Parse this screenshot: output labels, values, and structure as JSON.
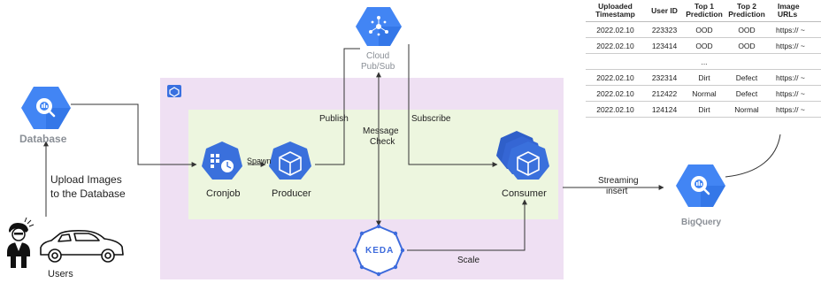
{
  "nodes": {
    "database": "Database",
    "cronjob": "Cronjob",
    "producer": "Producer",
    "pubsub_line1": "Cloud",
    "pubsub_line2": "Pub/Sub",
    "consumer": "Consumer",
    "bigquery": "BigQuery",
    "users": "Users",
    "keda": "KEDA"
  },
  "edges": {
    "upload_line1": "Upload Images",
    "upload_line2": "to the Database",
    "spawn": "Spawn",
    "publish": "Publish",
    "subscribe": "Subscribe",
    "message_line1": "Message",
    "message_line2": "Check",
    "streaming_line1": "Streaming",
    "streaming_line2": "insert",
    "scale": "Scale"
  },
  "table": {
    "headers": [
      [
        "Uploaded",
        "Timestamp"
      ],
      [
        "User ID",
        ""
      ],
      [
        "Top 1",
        "Prediction"
      ],
      [
        "Top 2",
        "Prediction"
      ],
      [
        "Image",
        "URLs"
      ]
    ],
    "rows": [
      [
        "2022.02.10",
        "223323",
        "OOD",
        "OOD",
        "https:// ~"
      ],
      [
        "2022.02.10",
        "123414",
        "OOD",
        "OOD",
        "https:// ~"
      ],
      [
        "...",
        "",
        "",
        "",
        ""
      ],
      [
        "2022.02.10",
        "232314",
        "Dirt",
        "Defect",
        "https:// ~"
      ],
      [
        "2022.02.10",
        "212422",
        "Normal",
        "Defect",
        "https:// ~"
      ],
      [
        "2022.02.10",
        "124124",
        "Dirt",
        "Normal",
        "https:// ~"
      ]
    ]
  },
  "colors": {
    "gcp_blue": "#4285f4",
    "gcp_dark_blue": "#1a5fd0",
    "purple_region": "#efe0f3",
    "green_region": "#edf6df",
    "keda_blue": "#3d6bdc"
  }
}
